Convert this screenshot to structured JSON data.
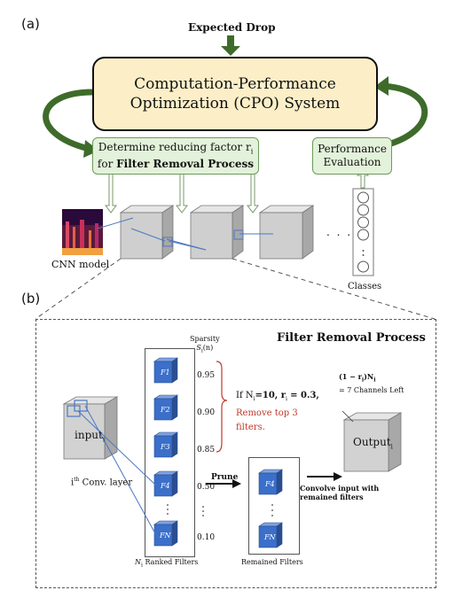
{
  "panel_a": {
    "label": "(a)",
    "expected_drop": "Expected Drop",
    "cpo_line1": "Computation-Performance",
    "cpo_line2": "Optimization (CPO) System",
    "reduce_line1": "Determine reducing factor r",
    "reduce_sub": "i",
    "reduce_line2_prefix": "for ",
    "reduce_line2_bold": "Filter Removal Process",
    "perf_line1": "Performance",
    "perf_line2": "Evaluation",
    "cnn_label": "CNN model",
    "classes_label": "Classes",
    "dots": ". . ."
  },
  "panel_b": {
    "label": "(b)",
    "title": "Filter Removal Process",
    "sparsity_label": "Sparsity",
    "sparsity_sym": "S",
    "sparsity_sub": "i",
    "sparsity_arg": "(n)",
    "sparsity_values": [
      "0.95",
      "0.90",
      "0.85",
      "0.50",
      "0.10"
    ],
    "filters": [
      "F1",
      "F2",
      "F3",
      "F4",
      "FN"
    ],
    "input_label": "input",
    "input_sub": "i",
    "conv_layer_sup": "th",
    "conv_layer": "i",
    "conv_layer_suffix": " Conv. layer",
    "ranked_prefix": "N",
    "ranked_sub": "i",
    "ranked_suffix": " Ranked Filters",
    "condition_line1": "If N",
    "condition_n_val": "=10, r",
    "condition_r_val": "= 0.3,",
    "condition_line2": "Remove top 3",
    "condition_line3": "filters.",
    "prune": "Prune",
    "remained_filters_label": "Remained Filters",
    "remained_filters": [
      "F4",
      "FN"
    ],
    "convolve_line1": "Convolve input with",
    "convolve_line2": "remained  filters",
    "output_formula": "(1 − r",
    "output_formula_rest": ")N",
    "output_channels": "= 7 Channels Left",
    "output_label": "Output",
    "output_sub": "i"
  },
  "colors": {
    "cpo_fill": "#fcefc8",
    "green_fill": "#e3f2da",
    "green_arrow": "#3e6b2a",
    "filter_blue": "#3b6fc9",
    "condition_red": "#c0392b"
  }
}
